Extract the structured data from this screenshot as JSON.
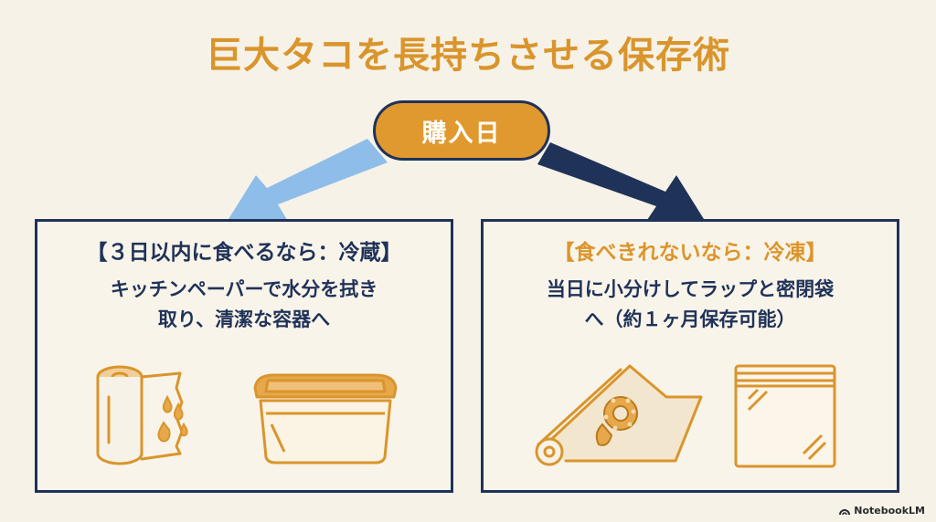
{
  "title": "巨大タコを長持ちさせる保存術",
  "start_node": "購入日",
  "branches": [
    {
      "heading": "【３日以内に食べるなら：冷蔵】",
      "lines": [
        "キッチンペーパーで水分を拭き",
        "取り、清潔な容器へ"
      ],
      "icons": [
        "paper-towel-roll-icon",
        "food-container-icon"
      ]
    },
    {
      "heading": "【食べきれないなら：冷凍】",
      "lines": [
        "当日に小分けしてラップと密閉袋",
        "へ（約１ヶ月保存可能）"
      ],
      "icons": [
        "plastic-wrap-octopus-icon",
        "zip-bag-icon"
      ]
    }
  ],
  "brand": "NotebookLM",
  "colors": {
    "background": "#f7f2e7",
    "accent_orange": "#e0992f",
    "navy": "#1f3258",
    "light_blue": "#8dbde8"
  }
}
